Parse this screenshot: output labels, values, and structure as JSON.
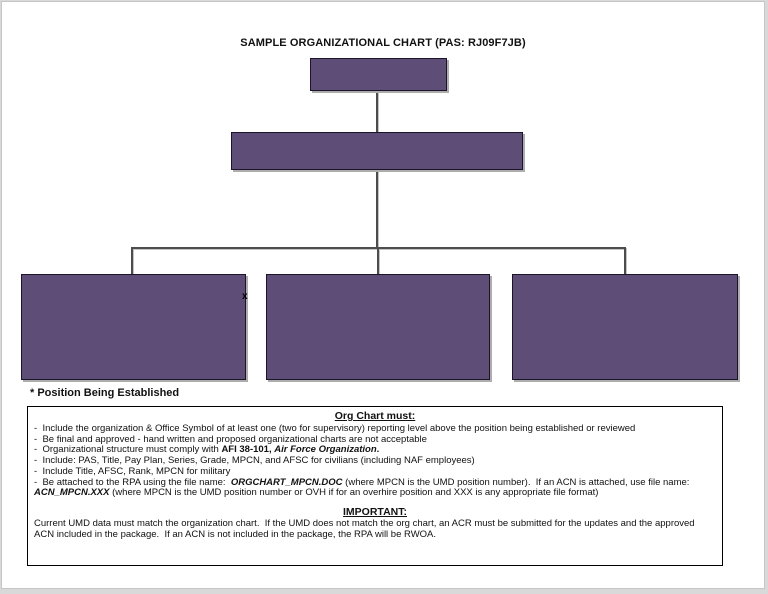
{
  "colors": {
    "node-fill": "#5e4d76",
    "node-border": "#1c1428",
    "connector": "#4d4d4d",
    "shadow": "#adadad",
    "page-bg": "#ffffff",
    "frame": "#c6c6c6"
  },
  "header": {
    "title": "SAMPLE ORGANIZATIONAL CHART (PAS: RJ09F7JB)"
  },
  "org_chart": {
    "stray_text": "x",
    "nodes": [
      {
        "id": "top-level-box",
        "label": ""
      },
      {
        "id": "mid-level-box",
        "label": ""
      },
      {
        "id": "bottom-box-1",
        "label": ""
      },
      {
        "id": "bottom-box-2",
        "label": ""
      },
      {
        "id": "bottom-box-3",
        "label": ""
      }
    ]
  },
  "footnote": "* Position Being Established",
  "info_box": {
    "heading": "Org Chart must:",
    "bullets": [
      {
        "dash": "-  ",
        "parts": [
          {
            "text": "Include the organization & Office Symbol of at least one (two for supervisory) reporting level above the position being established or reviewed"
          }
        ]
      },
      {
        "dash": "-  ",
        "parts": [
          {
            "text": "Be final and approved - hand written and proposed organizational charts are not acceptable"
          }
        ]
      },
      {
        "dash": "-  ",
        "parts": [
          {
            "text": "Organizational structure must comply with "
          },
          {
            "text": "AFI 38-101, ",
            "bold": true
          },
          {
            "text": "Air Force Organization",
            "bold": true,
            "italic": true
          },
          {
            "text": ".",
            "bold": true
          }
        ]
      },
      {
        "dash": "-  ",
        "parts": [
          {
            "text": "Include: PAS, Title, Pay Plan, Series, Grade, MPCN, and AFSC for civilians (including NAF employees)"
          }
        ]
      },
      {
        "dash": "-  ",
        "parts": [
          {
            "text": "Include Title, AFSC, Rank, MPCN for military"
          }
        ]
      },
      {
        "dash": "-  ",
        "parts": [
          {
            "text": "Be attached to the RPA using the file name:  "
          },
          {
            "text": "ORGCHART_MPCN.DOC",
            "bold": true,
            "italic": true
          },
          {
            "text": " (where MPCN is the UMD position number).  If an ACN is attached, use file name:"
          }
        ]
      },
      {
        "dash": "",
        "parts": [
          {
            "text": "ACN_MPCN.XXX",
            "bold": true,
            "italic": true
          },
          {
            "text": " (where MPCN is the UMD position number or OVH if for an overhire position and XXX is any appropriate file format)"
          }
        ]
      }
    ],
    "important_heading": "IMPORTANT:",
    "important_text": "Current UMD data must match the organization chart.  If the UMD does not match the org chart, an ACR must be submitted for the updates and the approved ACN included in the package.  If an ACN is not included in the package, the RPA will be RWOA."
  }
}
